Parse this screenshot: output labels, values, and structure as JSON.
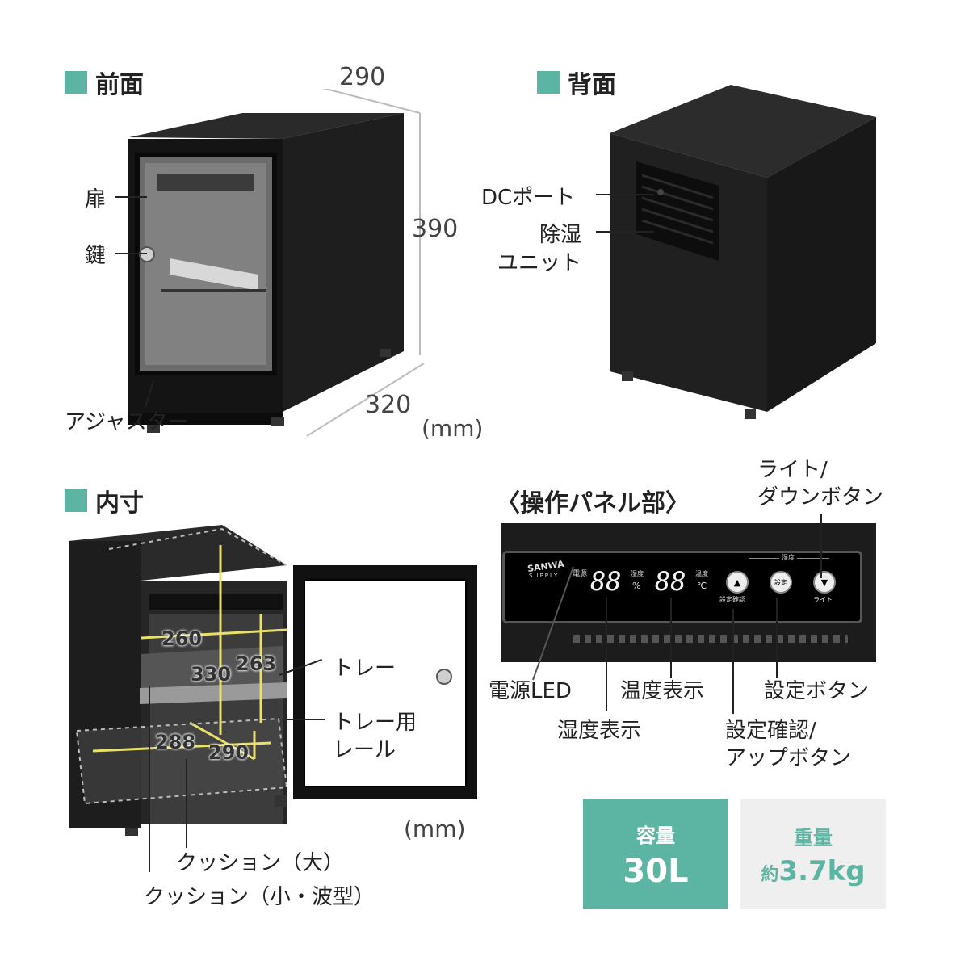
{
  "sections": {
    "front": "前面",
    "back": "背面",
    "interior": "内寸",
    "panel": "〈操作パネル部〉"
  },
  "front": {
    "dim_width": "290",
    "dim_height": "390",
    "dim_depth": "320",
    "unit": "(mm)",
    "label_door": "扉",
    "label_key": "鍵",
    "label_adjuster": "アジャスター"
  },
  "back": {
    "label_dc_port": "DCポート",
    "label_dehumid_1": "除湿",
    "label_dehumid_2": "ユニット"
  },
  "interior": {
    "dims": [
      "260",
      "330",
      "263",
      "288",
      "290"
    ],
    "label_tray": "トレー",
    "label_rail_1": "トレー用",
    "label_rail_2": "レール",
    "label_cushion_large": "クッション（大）",
    "label_cushion_small": "クッション（小・波型）",
    "unit": "(mm)"
  },
  "panel": {
    "brand_1": "SANWA",
    "brand_2": "SUPPLY",
    "power_small": "電源",
    "display_humidity": "88",
    "unit_humidity_small": "湿度",
    "unit_humidity": "%",
    "display_temp": "88",
    "unit_temp_small": "温度",
    "unit_temp": "℃",
    "group_label": "湿度",
    "btn_up_small": "設定確認",
    "btn_set_text": "設定",
    "btn_down_small": "ライト",
    "callout_light_1": "ライト/",
    "callout_light_2": "ダウンボタン",
    "callout_power_led": "電源LED",
    "callout_temp_display": "温度表示",
    "callout_set_button": "設定ボタン",
    "callout_humidity_display": "湿度表示",
    "callout_confirm_1": "設定確認/",
    "callout_confirm_2": "アップボタン"
  },
  "specs": {
    "capacity_label": "容量",
    "capacity_value": "30L",
    "weight_label": "重量",
    "weight_prefix": "約",
    "weight_value": "3.7kg"
  },
  "colors": {
    "accent": "#5bb5a2",
    "dim_yellow": "#e8e06a",
    "body_black": "#1c1c1c"
  }
}
